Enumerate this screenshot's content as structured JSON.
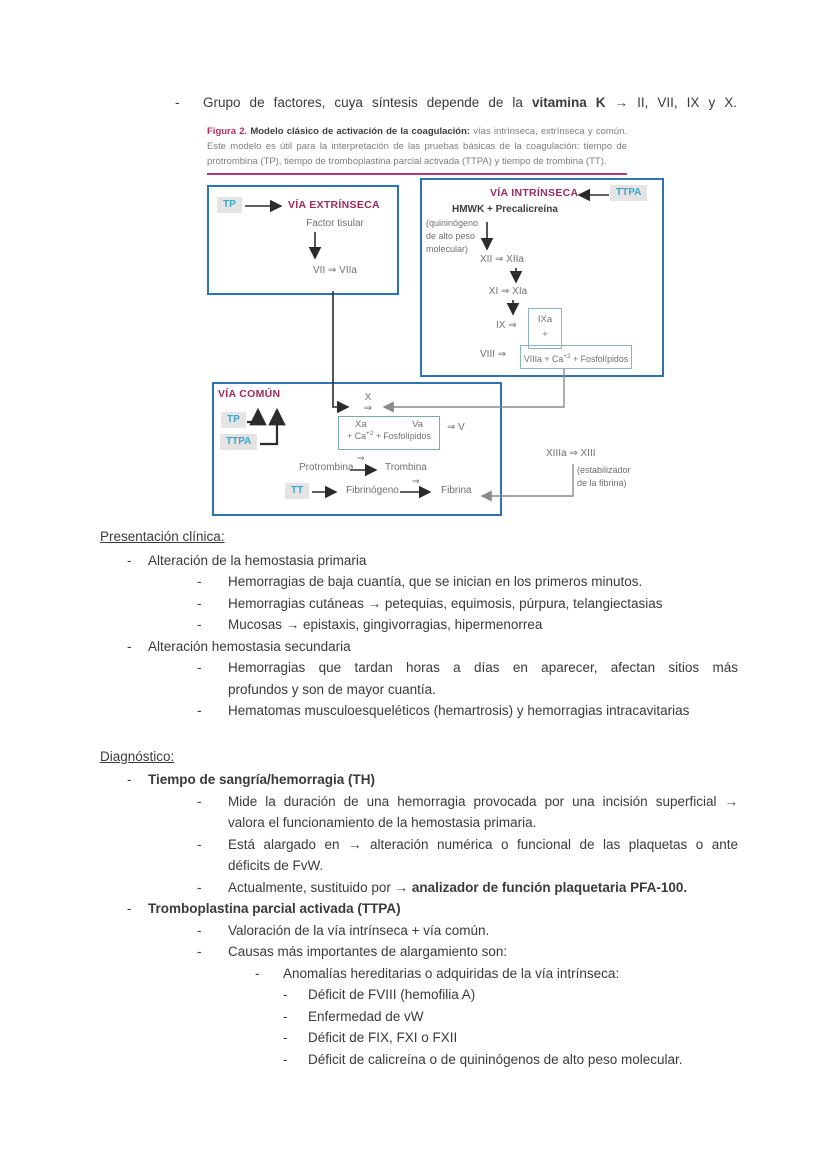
{
  "dash": "-",
  "intro": {
    "pre": "Grupo de factores, cuya síntesis depende de la ",
    "bold": "vitamina K",
    "post": " → II, VII, IX y X."
  },
  "figure": {
    "caption": {
      "label": "Figura 2.",
      "bold": " Modelo clásico de activación de la coagulación:",
      "rest": " vías intrínseca, extrínseca y común. Este modelo es útil para la interpretación de las pruebas básicas de la coagulación: tiempo de protrombina (TP), tiempo de tromboplastina parcial activada (TTPA) y tiempo de trombina (TT)."
    },
    "extrinsic": {
      "tag": "TP",
      "title": "VÍA EXTRÍNSECA",
      "factor": "Factor tisular",
      "reaction": "VII ⇒ VIIa"
    },
    "intrinsic": {
      "tag": "TTPA",
      "title": "VÍA INTRÍNSECA",
      "hmwk": "HMWK + Precalicreína",
      "note_l1": "(quininógeno",
      "note_l2": "de alto peso",
      "note_l3": "molecular)",
      "r_xii": "XII ⇒ XIIa",
      "r_xi": "XI ⇒ XIa",
      "r_ix": "IX ⇒",
      "ixa": "IXa",
      "plus": "+",
      "r_viii": "VIII ⇒",
      "viii_pre": "VIIIa + Ca",
      "viii_sup": "+2",
      "viii_post": " + Fosfolípidos"
    },
    "common": {
      "title": "VÍA COMÚN",
      "tag_tp": "TP",
      "tag_ttpa": "TTPA",
      "x": "X",
      "darr": "⇒",
      "xa": "Xa",
      "va": "Va",
      "ca_pre": "+ Ca",
      "ca_sup": "+2",
      "ca_post": " + Fosfolípidos",
      "v": "⇒ V",
      "sarr1": "⇒",
      "sarr2": "⇒",
      "prothrombin": "Protrombina",
      "thrombin": "Trombina",
      "tag_tt": "TT",
      "fibrinogen": "Fibrinógeno",
      "fibrin": "Fibrina"
    },
    "xiii": {
      "reaction": "XIIIa ⇒ XIII",
      "note_l1": "(estabilizador",
      "note_l2": "de la fibrina)"
    }
  },
  "clinical": {
    "heading": "Presentación clínica:",
    "i1": "Alteración de la hemostasia primaria",
    "i1a": "Hemorragias de baja cuantía, que se inician en los primeros minutos.",
    "i1b": "Hemorragias cutáneas → petequias, equimosis, púrpura, telangiectasias",
    "i1c": "Mucosas → epistaxis, gingivorragias, hipermenorrea",
    "i2": "Alteración hemostasia secundaria",
    "i2a_l1": "Hemorragias que tardan horas a días en aparecer, afectan sitios más",
    "i2a_l2": "profundos y son de mayor cuantía.",
    "i2b": "Hematomas musculoesqueléticos (hemartrosis) y hemorragias intracavitarias"
  },
  "diagnosis": {
    "heading": "Diagnóstico:",
    "i1": "Tiempo de sangría/hemorragia (TH)",
    "i1a_l1": "Mide la duración de una hemorragia provocada por una incisión superficial →",
    "i1a_l2": "valora el funcionamiento de la hemostasia primaria.",
    "i1b_l1": "Está alargado en → alteración numérica o funcional de las plaquetas o ante",
    "i1b_l2": "déficits de FvW.",
    "i1c_pre": "Actualmente, sustituido por → ",
    "i1c_bold": "analizador de función plaquetaria PFA-100.",
    "i2": "Tromboplastina parcial activada (TTPA)",
    "i2a": "Valoración de la vía intrínseca + vía común.",
    "i2b": "Causas más importantes de alargamiento son:",
    "i2b1": "Anomalías hereditarias o adquiridas de la vía intrínseca:",
    "i2b1a": "Déficit de FVIII (hemofilia A)",
    "i2b1b": "Enfermedad de vW",
    "i2b1c": "Déficit de FIX, FXI o FXII",
    "i2b1d": "Déficit de calicreína o de quininógenos de alto peso molecular."
  }
}
